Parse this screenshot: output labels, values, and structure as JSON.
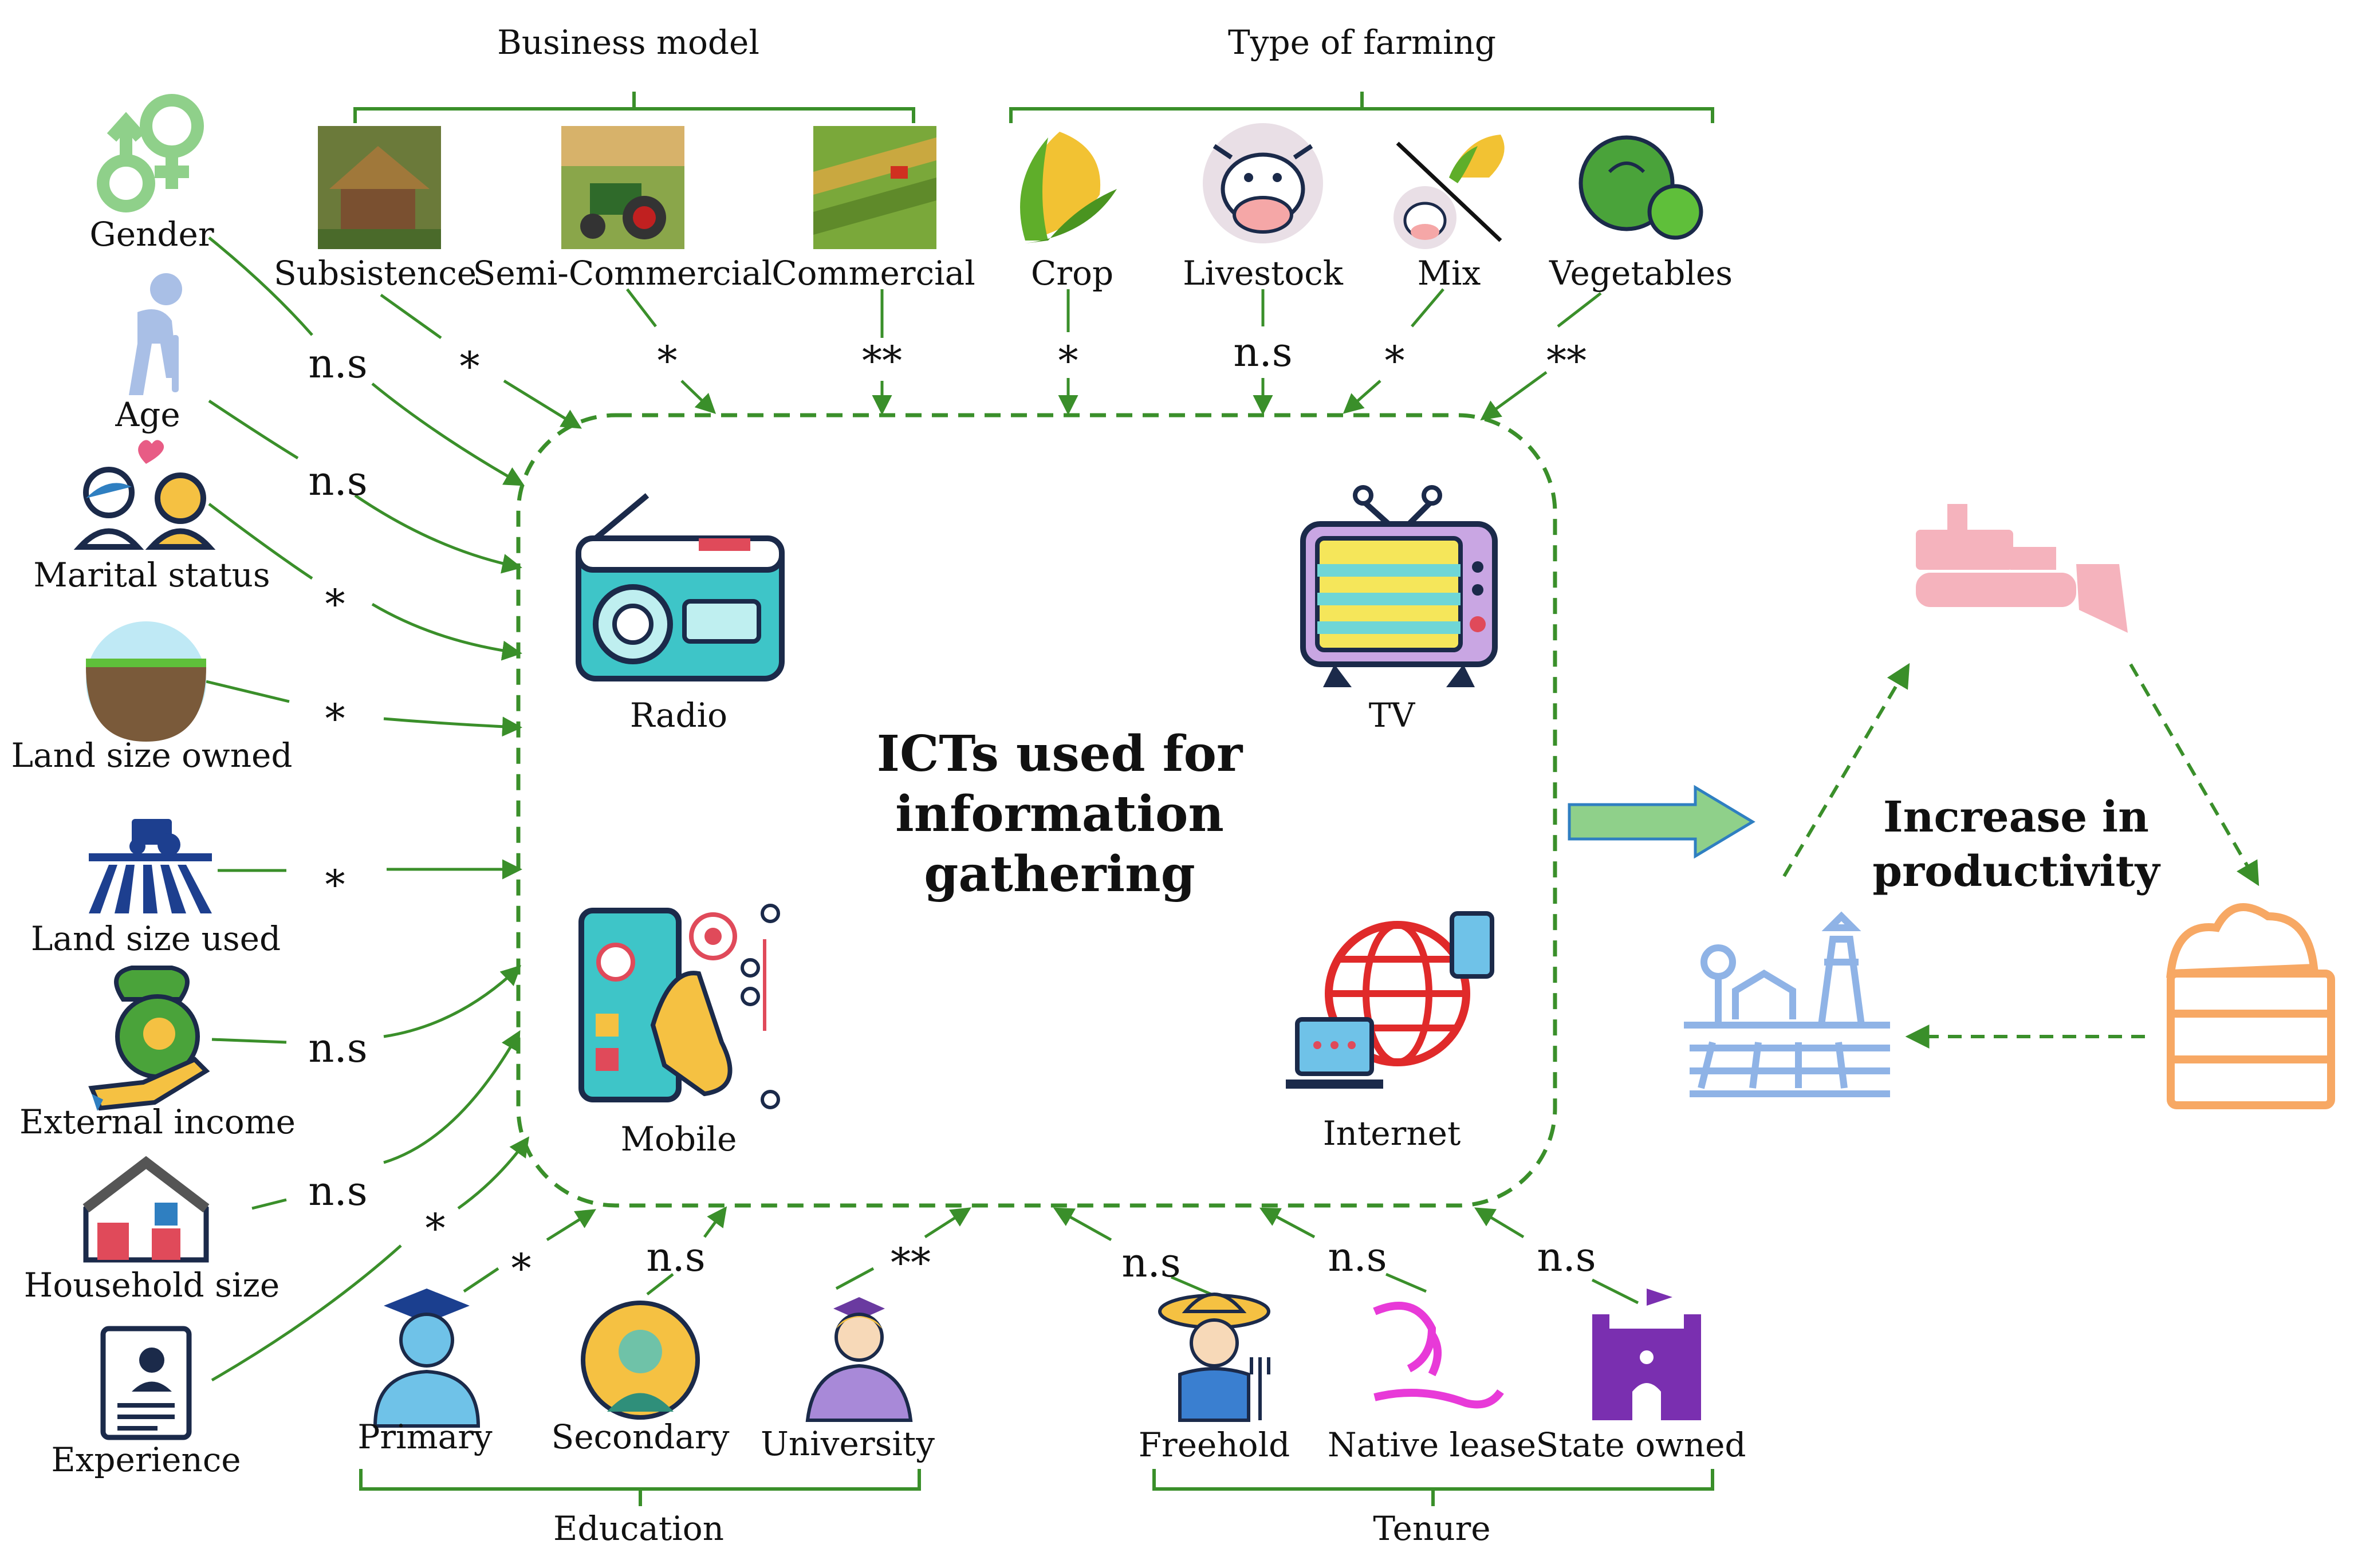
{
  "groups": {
    "business_model": "Business model",
    "type_of_farming": "Type of farming",
    "education": "Education",
    "tenure": "Tenure"
  },
  "left_factors": [
    {
      "label": "Gender",
      "sig": "n.s"
    },
    {
      "label": "Age",
      "sig": "n.s"
    },
    {
      "label": "Marital status",
      "sig": "*"
    },
    {
      "label": "Land size owned",
      "sig": "*"
    },
    {
      "label": "Land size used",
      "sig": "*"
    },
    {
      "label": "External income",
      "sig": "n.s"
    },
    {
      "label": "Household size",
      "sig": "n.s"
    },
    {
      "label": "Experience",
      "sig": "*"
    }
  ],
  "business_model_items": [
    {
      "label": "Subsistence",
      "sig": "*"
    },
    {
      "label": "Semi-Commercial",
      "sig": "*"
    },
    {
      "label": "Commercial",
      "sig": "**"
    }
  ],
  "farming_items": [
    {
      "label": "Crop",
      "sig": "*"
    },
    {
      "label": "Livestock",
      "sig": "n.s"
    },
    {
      "label": "Mix",
      "sig": "*"
    },
    {
      "label": "Vegetables",
      "sig": "**"
    }
  ],
  "education_items": [
    {
      "label": "Primary",
      "sig": "*"
    },
    {
      "label": "Secondary",
      "sig": "n.s"
    },
    {
      "label": "University",
      "sig": "**"
    }
  ],
  "tenure_items": [
    {
      "label": "Freehold",
      "sig": "n.s"
    },
    {
      "label": "Native lease",
      "sig": "n.s"
    },
    {
      "label": "State owned",
      "sig": "n.s"
    }
  ],
  "ict": {
    "title": "ICTs used for information gathering",
    "radio": "Radio",
    "tv": "TV",
    "mobile": "Mobile",
    "internet": "Internet"
  },
  "outcome": {
    "title": "Increase in productivity"
  },
  "colors": {
    "arrow_green": "#3a8f2a",
    "bracket_green": "#3a8f2a",
    "block_arrow_fill": "#8fd08a",
    "block_arrow_stroke": "#2f7fc1",
    "tractor_pink": "#f5b3bd",
    "crate_orange": "#f7a864",
    "farm_blue": "#8fb3e6"
  },
  "icons": [
    "gender-icon",
    "age-icon",
    "marital-status-icon",
    "land-owned-icon",
    "land-used-icon",
    "external-income-icon",
    "household-icon",
    "experience-icon",
    "subsistence-image",
    "semi-commercial-image",
    "commercial-image",
    "crop-icon",
    "livestock-icon",
    "mix-icon",
    "vegetables-icon",
    "primary-icon",
    "secondary-icon",
    "university-icon",
    "freehold-icon",
    "native-lease-icon",
    "state-owned-icon",
    "radio-icon",
    "tv-icon",
    "mobile-icon",
    "internet-icon",
    "tractor-icon",
    "crate-icon",
    "farm-icon"
  ]
}
